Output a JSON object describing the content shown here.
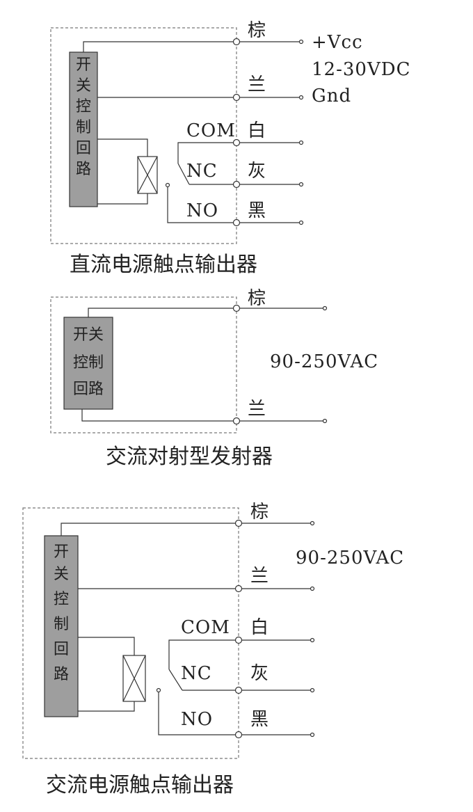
{
  "diagram1": {
    "caption": "直流电源触点输出器",
    "block_chars": [
      "开",
      "关",
      "控",
      "制",
      "回",
      "路"
    ],
    "wires": [
      "棕",
      "兰",
      "白",
      "灰",
      "黑"
    ],
    "contacts": [
      "COM",
      "NC",
      "NO"
    ],
    "supply_lines": [
      "+Vcc",
      "12-30VDC",
      "Gnd"
    ]
  },
  "diagram2": {
    "caption": "交流对射型发射器",
    "block_rows": [
      "开关",
      "控制",
      "回路"
    ],
    "wires": [
      "棕",
      "兰"
    ],
    "supply": "90-250VAC"
  },
  "diagram3": {
    "caption": "交流电源触点输出器",
    "block_chars": [
      "开",
      "关",
      "控",
      "制",
      "回",
      "路"
    ],
    "wires": [
      "棕",
      "兰",
      "白",
      "灰",
      "黑"
    ],
    "contacts": [
      "COM",
      "NC",
      "NO"
    ],
    "supply": "90-250VAC"
  }
}
